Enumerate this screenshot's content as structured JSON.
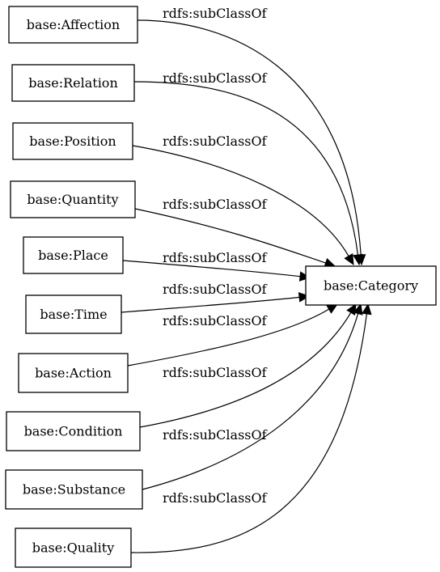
{
  "graph": {
    "target": {
      "label": "base:Category"
    },
    "edge_label": "rdfs:subClassOf",
    "sources": [
      {
        "label": "base:Affection"
      },
      {
        "label": "base:Relation"
      },
      {
        "label": "base:Position"
      },
      {
        "label": "base:Quantity"
      },
      {
        "label": "base:Place"
      },
      {
        "label": "base:Time"
      },
      {
        "label": "base:Action"
      },
      {
        "label": "base:Condition"
      },
      {
        "label": "base:Substance"
      },
      {
        "label": "base:Quality"
      }
    ]
  },
  "colors": {
    "stroke": "#000000",
    "fill": "#ffffff",
    "background": "#ffffff"
  }
}
